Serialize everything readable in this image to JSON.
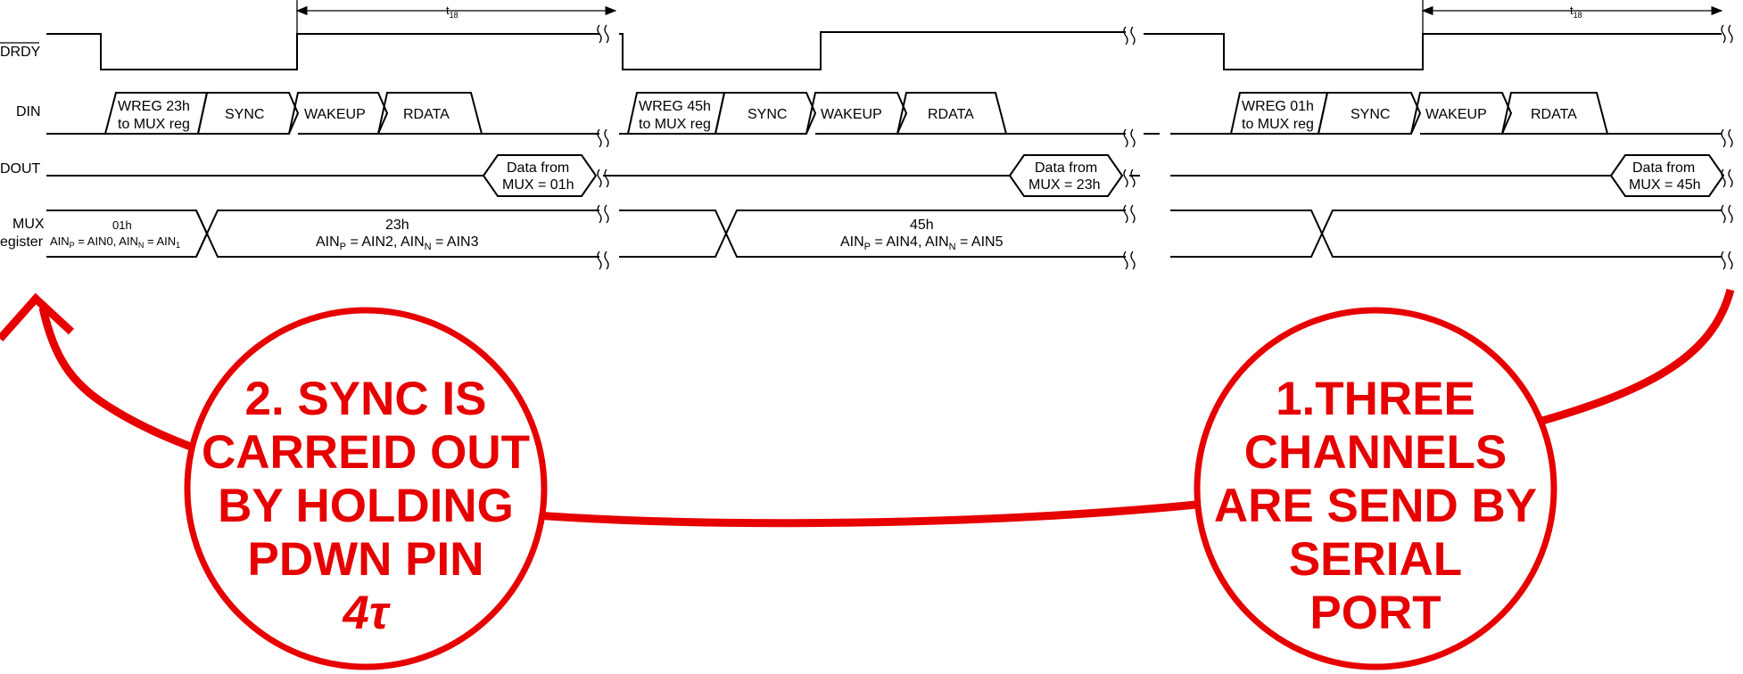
{
  "colors": {
    "annotation": "#e60000",
    "line": "#000000",
    "background": "#ffffff"
  },
  "signals": {
    "drdy": "DRDY",
    "din": "DIN",
    "dout": "DOUT",
    "mux_line1": "MUX",
    "mux_line2": "egister"
  },
  "timing": {
    "t18_a": "t",
    "t18_b": "t",
    "t18_sub": "18"
  },
  "din_boxes": {
    "g1_wreg_1": "WREG 23h",
    "g1_wreg_2": "to MUX reg",
    "g2_wreg_1": "WREG 45h",
    "g2_wreg_2": "to MUX reg",
    "g3_wreg_1": "WREG 01h",
    "g3_wreg_2": "to MUX reg",
    "sync": "SYNC",
    "wakeup": "WAKEUP",
    "rdata": "RDATA"
  },
  "dout_boxes": {
    "d1_line1": "Data from",
    "d1_line2": "MUX = 01h",
    "d2_line1": "Data from",
    "d2_line2": "MUX = 23h",
    "d3_line1": "Data from",
    "d3_line2": "MUX = 45h"
  },
  "mux": {
    "s1_code": "01h",
    "s1_ainp": "AIN",
    "s1_p": "P",
    "s1_eq1": " = AIN0, AIN",
    "s1_n": "N",
    "s1_eq2": " = AIN",
    "s1_one": "1",
    "s2_code": "23h",
    "s2_ainp": "AIN",
    "s2_p": "P",
    "s2_eq1": " = AIN2, AIN",
    "s2_n": "N",
    "s2_eq2": " = AIN3",
    "s3_code": "45h",
    "s3_ainp": "AIN",
    "s3_p": "P",
    "s3_eq1": " = AIN4, AIN",
    "s3_n": "N",
    "s3_eq2": " = AIN5"
  },
  "annotations": {
    "left_1": "2. SYNC IS",
    "left_2": "CARREID OUT",
    "left_3": "BY HOLDING",
    "left_4": "PDWN PIN",
    "left_5": "4τ",
    "right_1": "1.THREE",
    "right_2": "CHANNELS",
    "right_3": "ARE SEND BY",
    "right_4": "SERIAL",
    "right_5": "PORT"
  }
}
